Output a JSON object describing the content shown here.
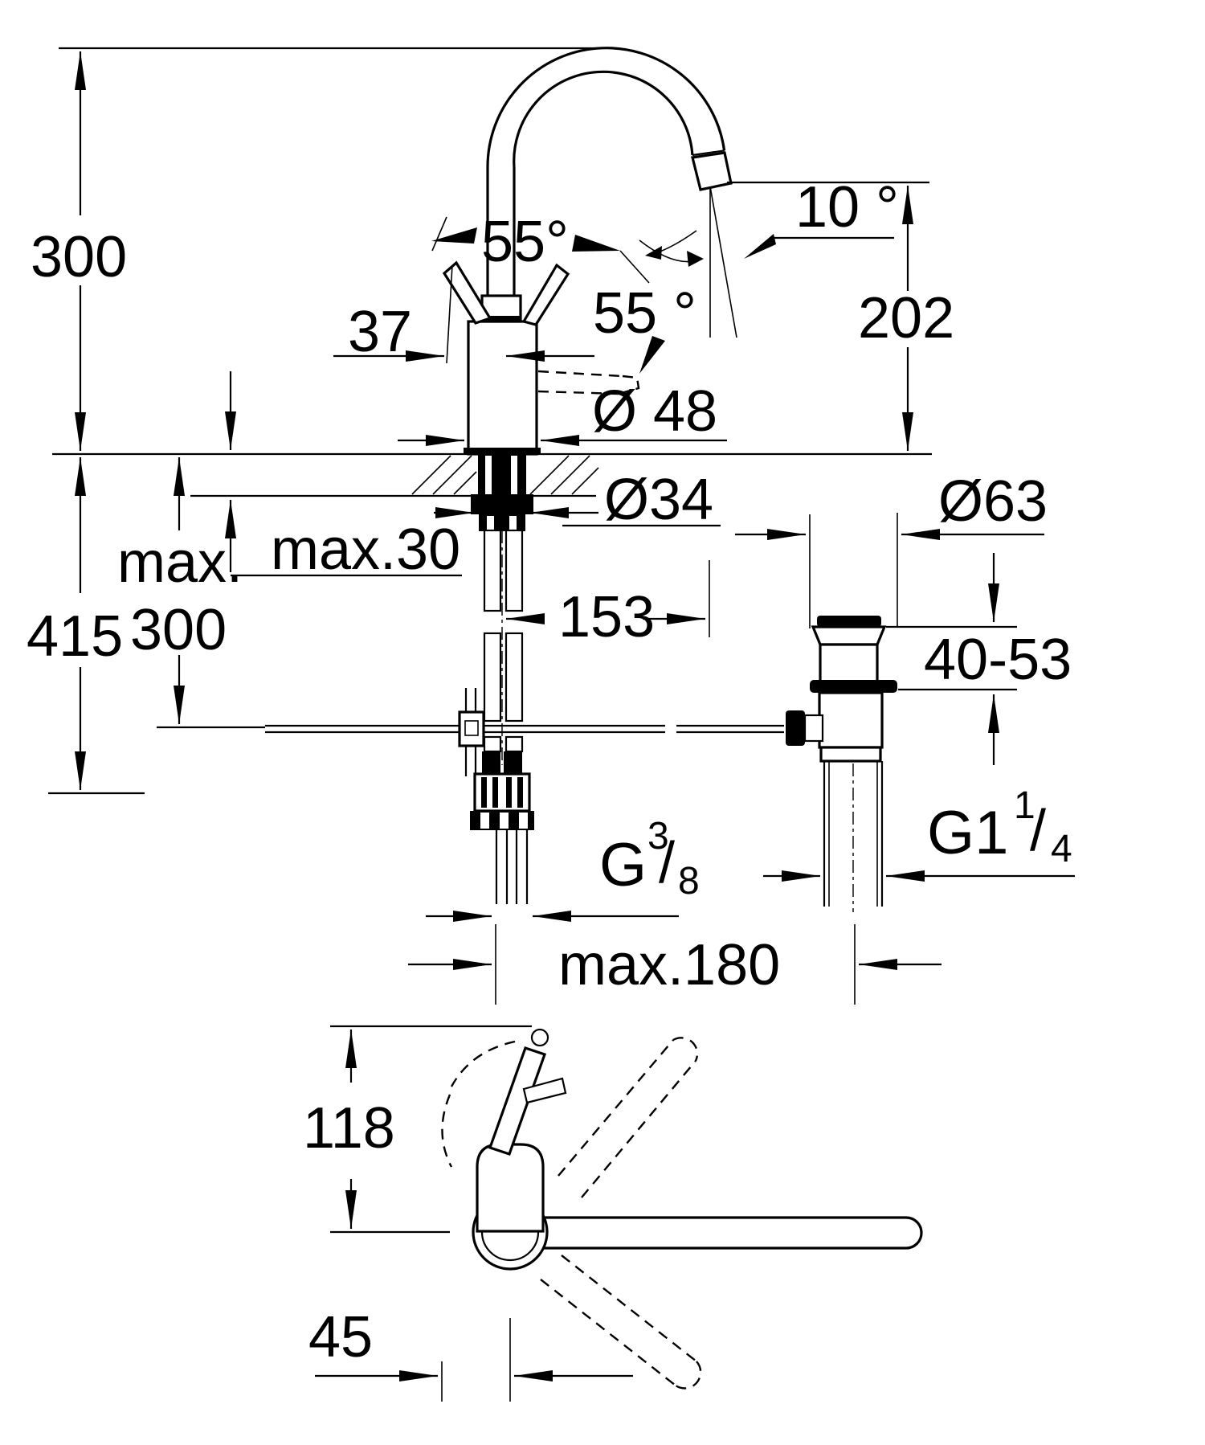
{
  "drawing": {
    "type": "technical-dimension-drawing",
    "subject": "single-lever basin mixer with high swivel spout and pop-up waste",
    "views": [
      "front-elevation",
      "top-plan"
    ],
    "units": "mm",
    "line_color": "#000000",
    "background_color": "#ffffff",
    "labels": {
      "overall_height": "300",
      "below_deck_depth": "415",
      "below_deck_max_prefix": "max.",
      "below_deck_max_value": "300",
      "deck_thickness": "max.30",
      "lever_projection": "37",
      "lever_angle_left": "55°",
      "lever_angle_right": "55 °",
      "spout_stream_angle": "10 °",
      "spout_height": "202",
      "body_diameter": "Ø 48",
      "hole_diameter": "Ø34",
      "hose_offset": "153",
      "waste_flange_diameter": "Ø63",
      "waste_adjust_range": "40-53",
      "supply_thread": {
        "base": "G",
        "sup": "3",
        "slash": "/",
        "sub": "8"
      },
      "waste_thread": {
        "base": "G1",
        "sup": "1",
        "slash": "/",
        "sub": "4"
      },
      "max_reach": "max.180",
      "plan_depth": "118",
      "plan_offset": "45"
    }
  }
}
